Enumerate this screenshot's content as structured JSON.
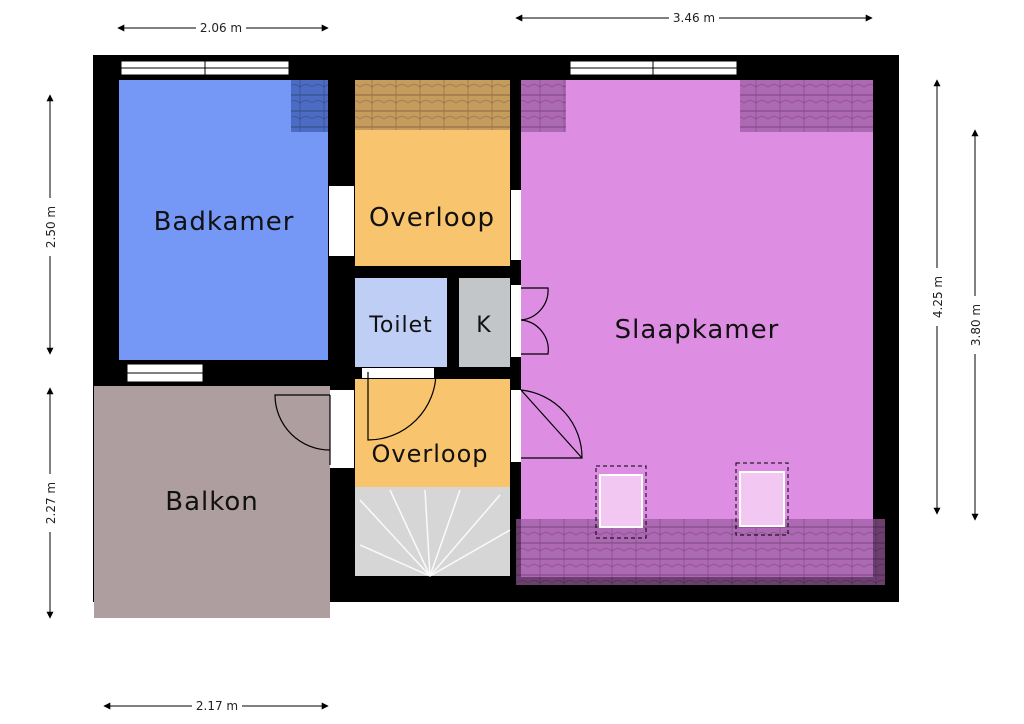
{
  "rooms": {
    "badkamer": {
      "label": "Badkamer",
      "color": "#7597f5"
    },
    "overloop_top": {
      "label": "Overloop",
      "color": "#f8c46e"
    },
    "overloop_bottom": {
      "label": "Overloop",
      "color": "#f8c46e"
    },
    "toilet": {
      "label": "Toilet",
      "color": "#bfcef4"
    },
    "k": {
      "label": "K",
      "color": "#c2c6c9"
    },
    "slaapkamer": {
      "label": "Slaapkamer",
      "color": "#dd8ee3"
    },
    "balkon": {
      "label": "Balkon",
      "color": "#ae9e9f"
    },
    "stairs": {
      "color": "#c9c9c9"
    }
  },
  "dimensions": {
    "top_left": "2.06 m",
    "top_right": "3.46 m",
    "left_upper": "2.50 m",
    "left_lower": "2.27 m",
    "right_outer": "4.25 m",
    "right_inner": "3.80 m",
    "bottom_left": "2.17 m"
  },
  "colors": {
    "wall": "#000000",
    "roof_overlay": "#5a3a5a"
  }
}
